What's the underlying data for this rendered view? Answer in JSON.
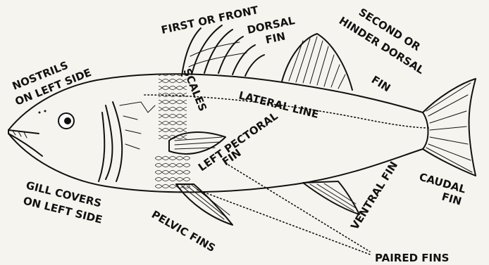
{
  "labels": {
    "nostrils_1": "NOSTRILS",
    "nostrils_2": "ON LEFT SIDE",
    "first_dorsal_1": "FIRST OR FRONT",
    "first_dorsal_2": "DORSAL",
    "first_dorsal_3": "FIN",
    "second_dorsal_1": "SECOND OR",
    "second_dorsal_2": "HINDER DORSAL",
    "second_dorsal_3": "FIN",
    "scales": "SCALES",
    "lateral_line": "LATERAL LINE",
    "left_pectoral_1": "LEFT PECTORAL",
    "left_pectoral_2": "FIN",
    "gill_covers_1": "GILL COVERS",
    "gill_covers_2": "ON LEFT SIDE",
    "pelvic_fins": "PELVIC FINS",
    "ventral_fin": "VENTRAL FIN",
    "caudal_1": "CAUDAL",
    "caudal_2": "FIN",
    "paired_fins": "PAIRED FINS"
  }
}
